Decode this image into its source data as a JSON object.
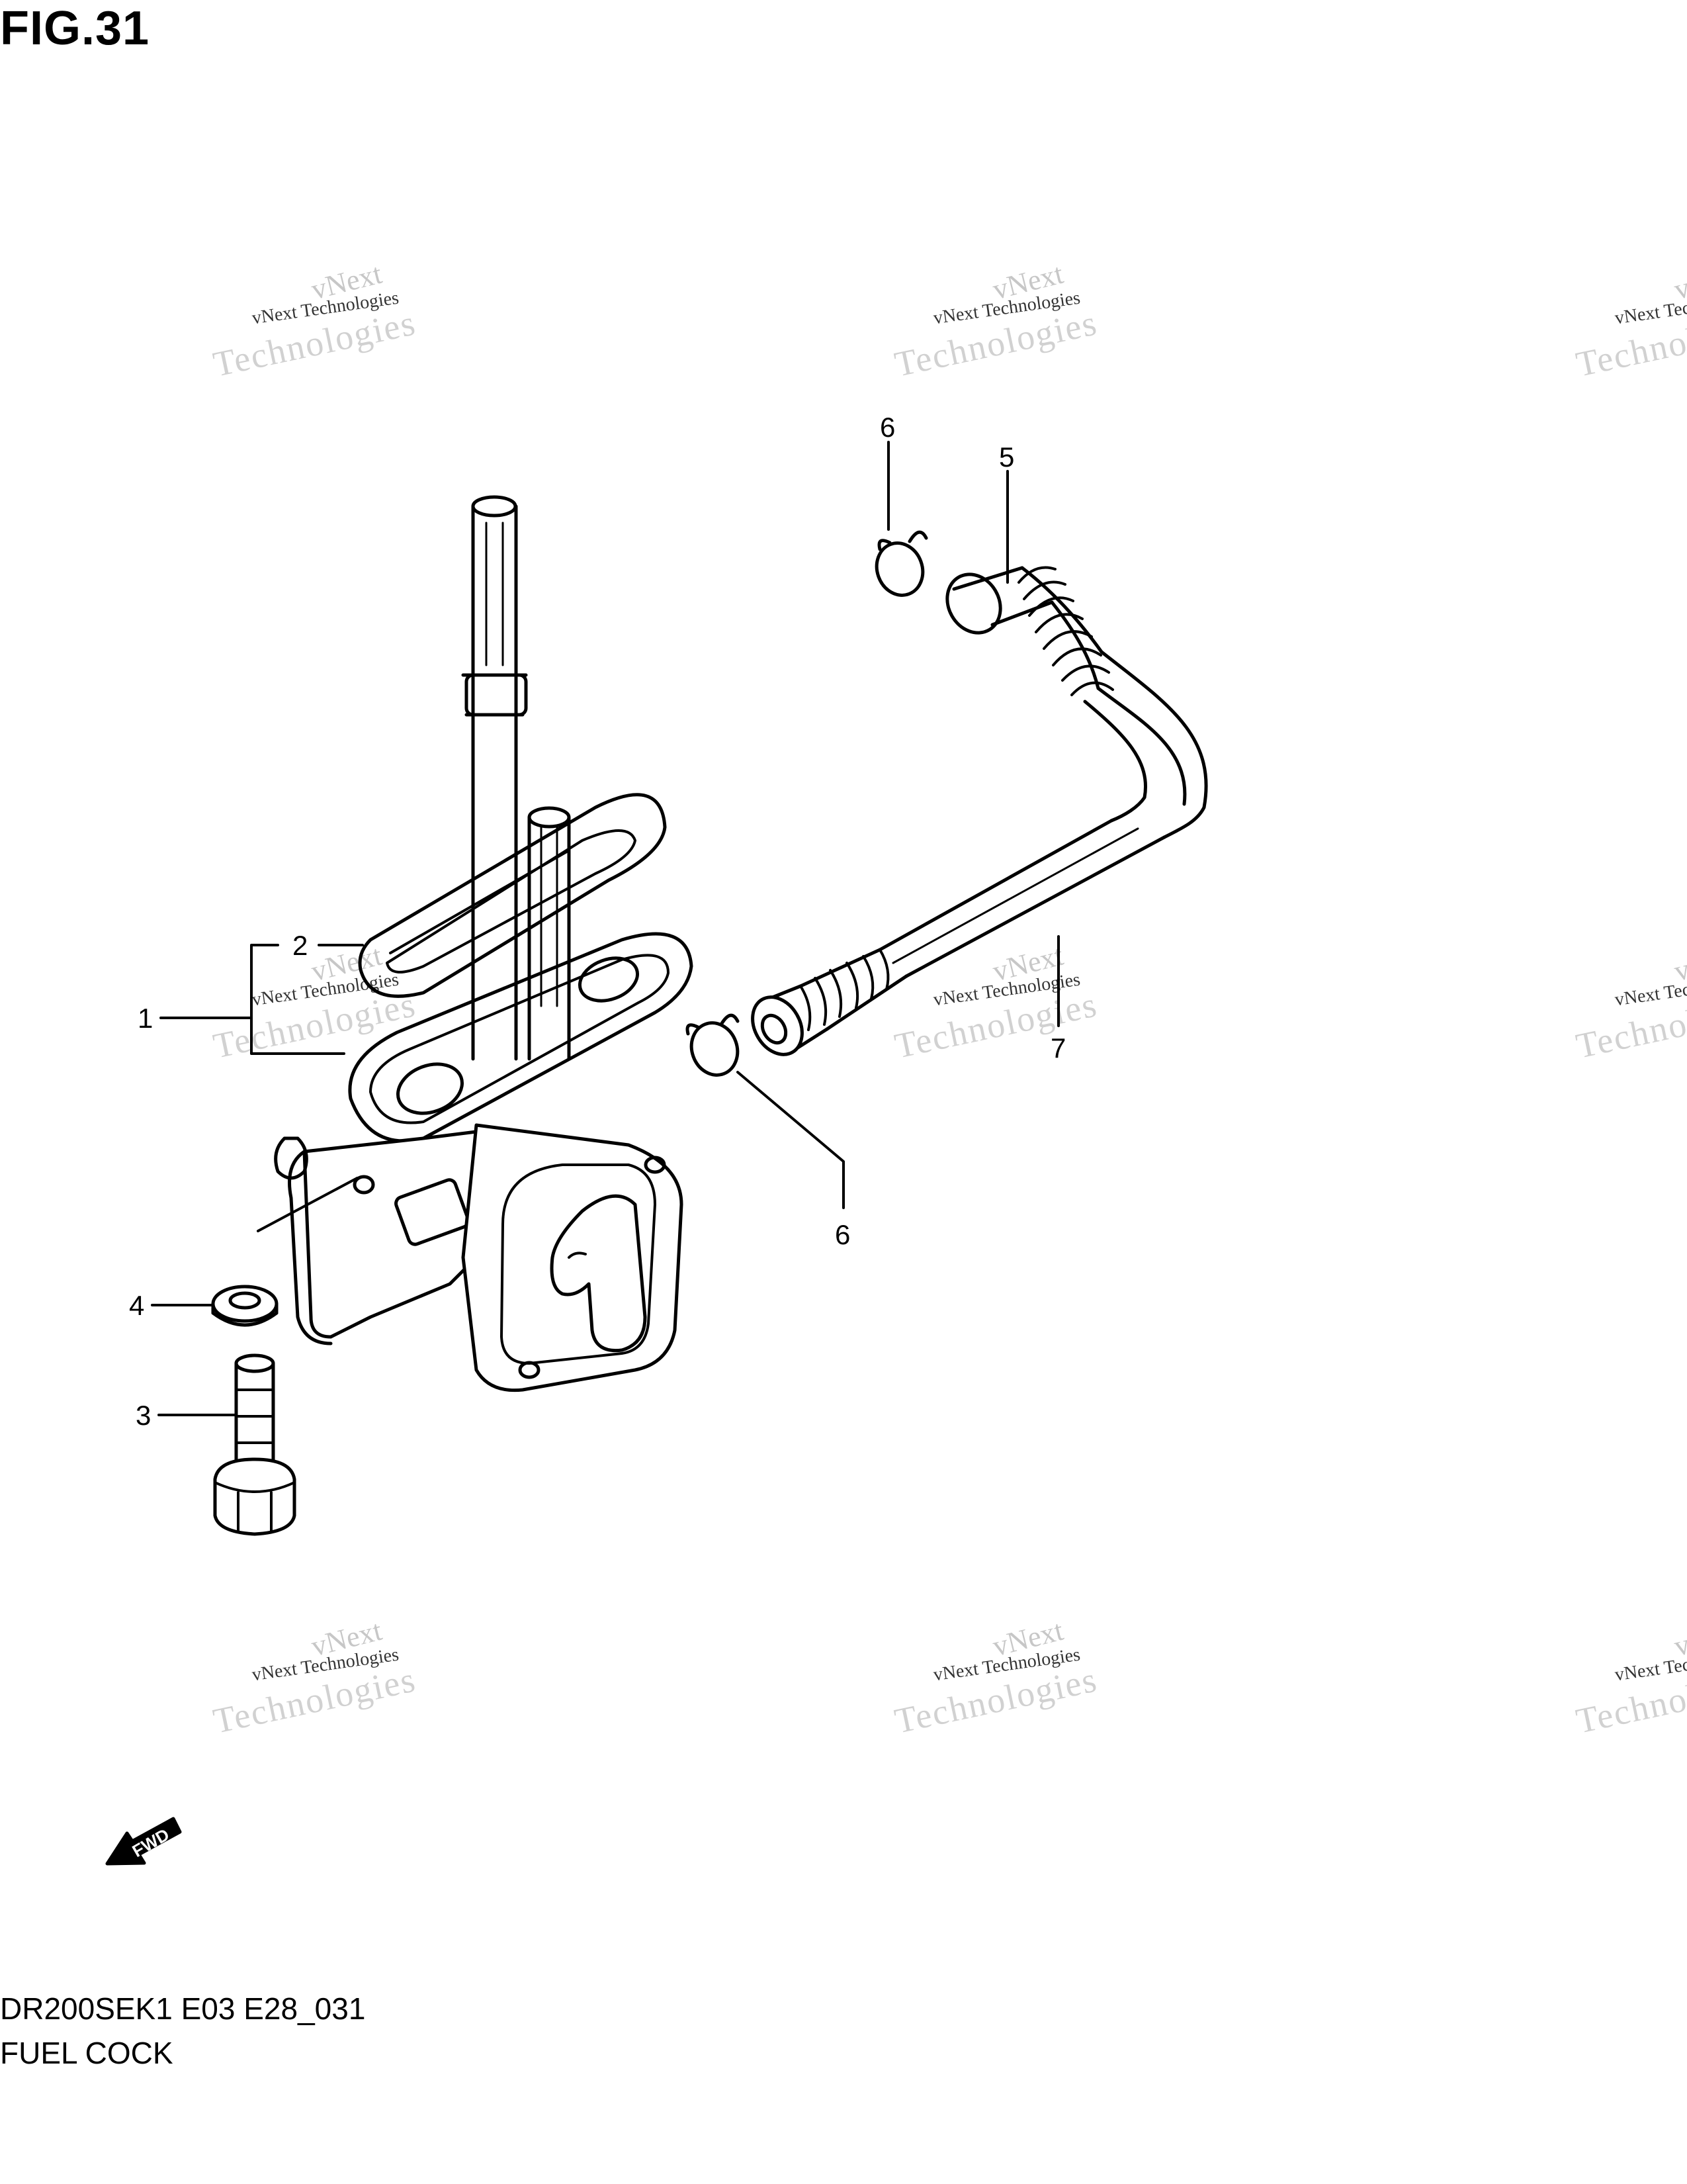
{
  "figure": {
    "title": "FIG.31",
    "code": "DR200SEK1 E03 E28_031",
    "name": "FUEL COCK"
  },
  "watermark": {
    "line1": "vNext",
    "line2": "vNext Technologies",
    "line3": "Technologies"
  },
  "callouts": [
    {
      "id": "c1",
      "label": "1"
    },
    {
      "id": "c2",
      "label": "2"
    },
    {
      "id": "c3",
      "label": "3"
    },
    {
      "id": "c4",
      "label": "4"
    },
    {
      "id": "c5",
      "label": "5"
    },
    {
      "id": "c6a",
      "label": "6"
    },
    {
      "id": "c6b",
      "label": "6"
    },
    {
      "id": "c7",
      "label": "7"
    }
  ],
  "fwd_label": "FWD",
  "colors": {
    "line": "#000000",
    "watermark": "#9a9a9a"
  }
}
